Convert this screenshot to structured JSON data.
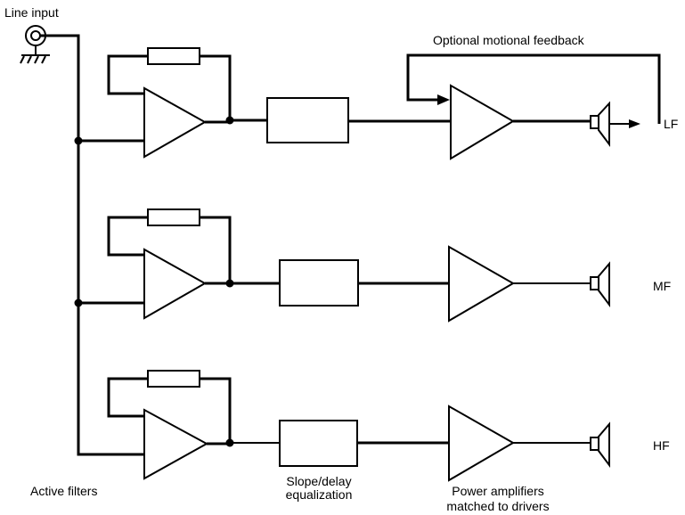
{
  "labels": {
    "line_input": "Line input",
    "optional_feedback": "Optional motional feedback",
    "lf": "LF",
    "mf": "MF",
    "hf": "HF",
    "active_filters": "Active filters",
    "slope_delay_line1": "Slope/delay",
    "slope_delay_line2": "equalization",
    "power_amps_line1": "Power amplifiers",
    "power_amps_line2": "matched to drivers"
  }
}
